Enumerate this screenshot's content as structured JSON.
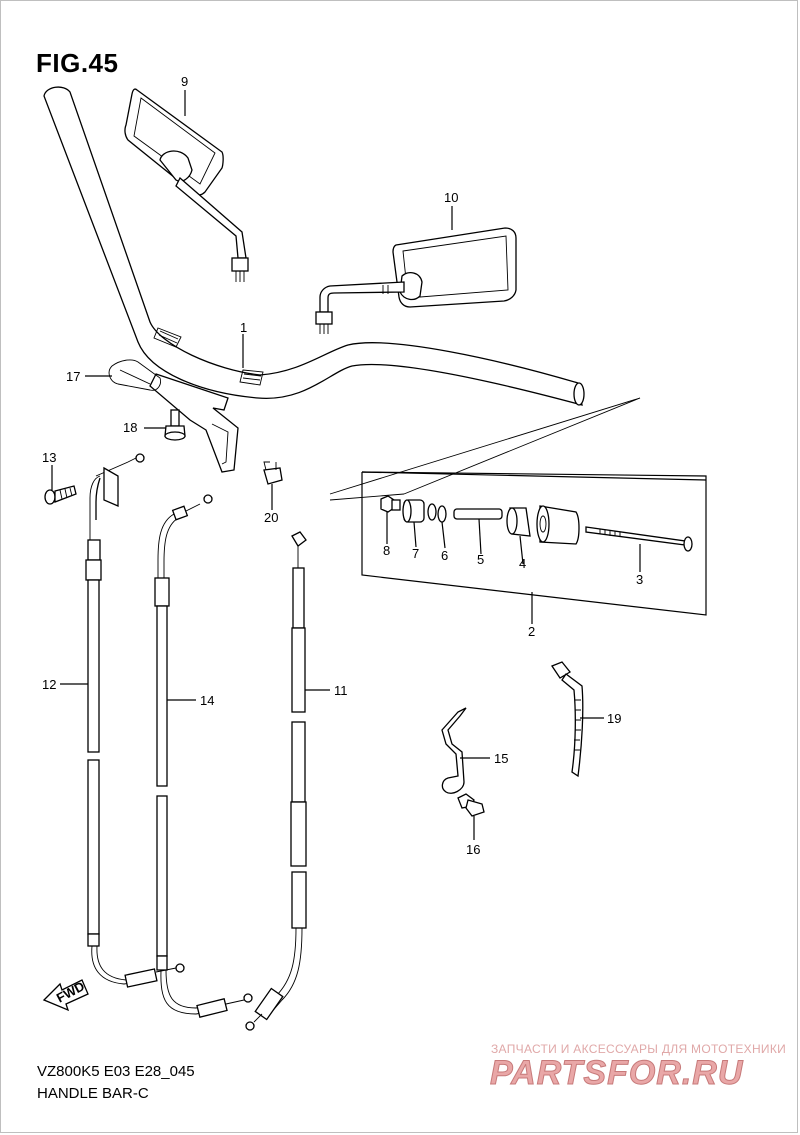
{
  "figure_title": "FIG.45",
  "model_code": "VZ800K5 E03 E28_045",
  "assembly_name": "HANDLE BAR-C",
  "fwd_label": "FWD",
  "watermark": {
    "tagline": "ЗАПЧАСТИ И АКСЕССУАРЫ ДЛЯ МОТОТЕХНИКИ",
    "brand": "PARTSFOR.RU"
  },
  "callouts": {
    "p1": "1",
    "p2": "2",
    "p3": "3",
    "p4": "4",
    "p5": "5",
    "p6": "6",
    "p7": "7",
    "p8": "8",
    "p9": "9",
    "p10": "10",
    "p11": "11",
    "p12": "12",
    "p13": "13",
    "p14": "14",
    "p15": "15",
    "p16": "16",
    "p17": "17",
    "p18": "18",
    "p19": "19",
    "p20": "20"
  }
}
